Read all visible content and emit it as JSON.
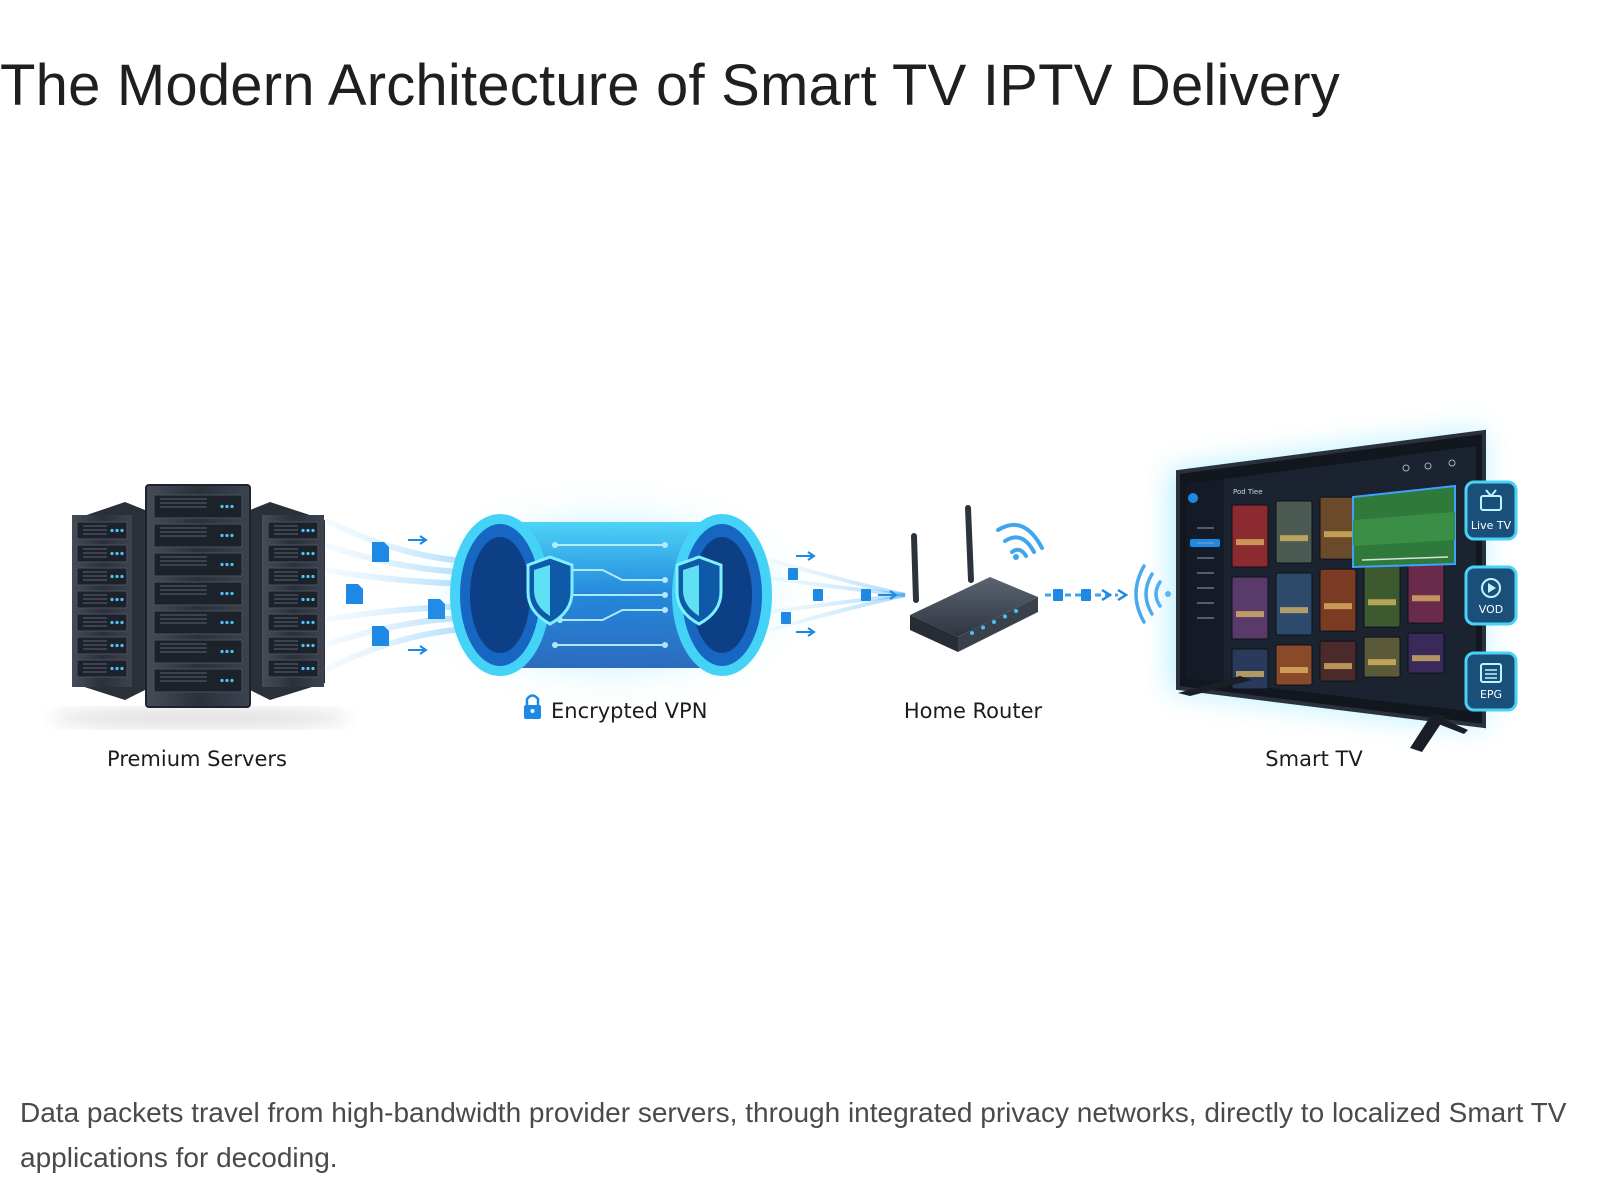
{
  "title": "The Modern Architecture of Smart TV IPTV Delivery",
  "caption": "Data packets travel from high-bandwidth provider servers, through integrated privacy networks, directly to localized Smart TV applications for decoding.",
  "nodes": {
    "servers": "Premium Servers",
    "vpn": "Encrypted VPN",
    "router": "Home Router",
    "tv": "Smart TV"
  },
  "tv_side_buttons": [
    "Live TV",
    "VOD",
    "EPG"
  ],
  "tv_app_header": "Pod Tiee",
  "icons": {
    "vpn_label": "lock-icon",
    "vpn_core": "shield-icon",
    "router_signal": "wifi-icon",
    "tv_signal": "signal-waves-icon",
    "live_tv": "tv-icon",
    "vod": "play-icon",
    "epg": "list-icon"
  },
  "colors": {
    "accent": "#1e88e5",
    "glow": "#38c6f4",
    "server": "#2e3440",
    "text": "#1f1f1f",
    "caption": "#4a4a4a"
  }
}
